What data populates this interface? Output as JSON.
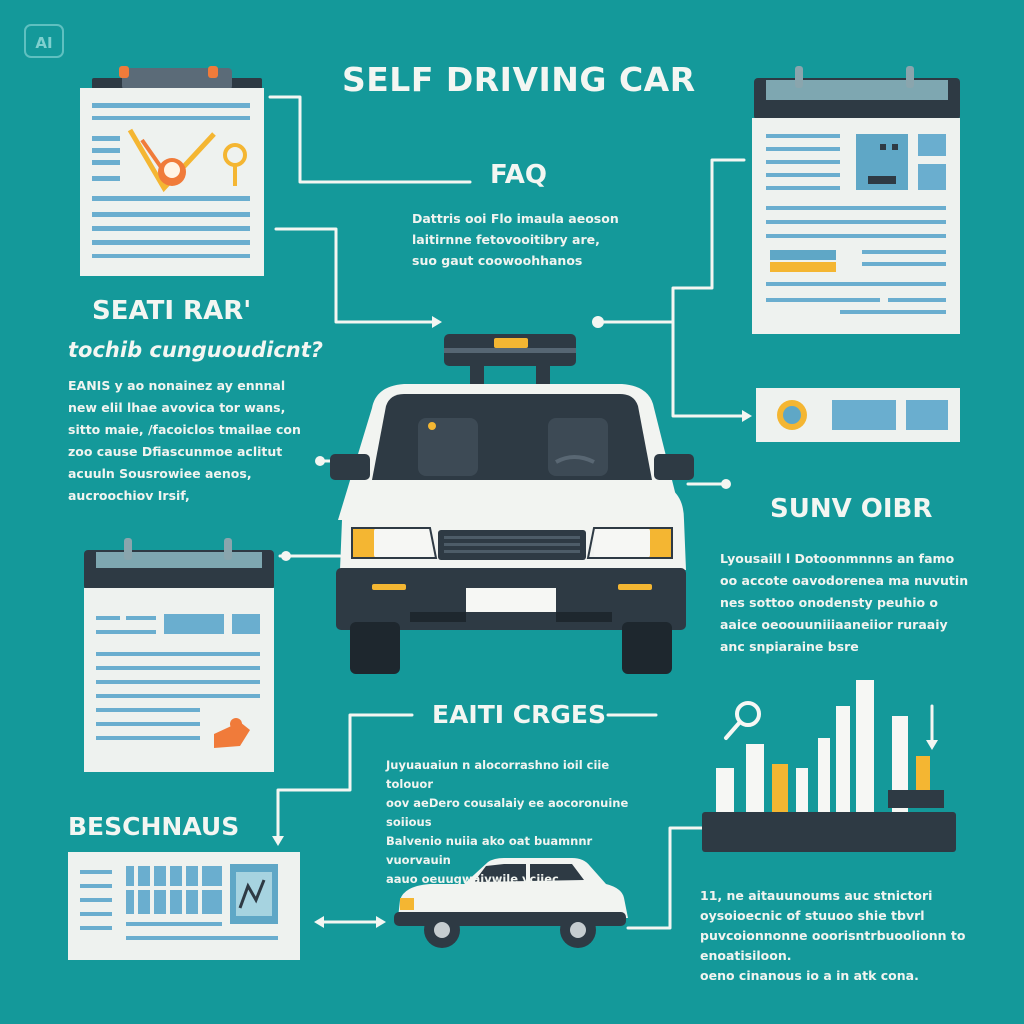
{
  "badge": "AI",
  "title": "SELF DRIVING CAR",
  "faq": {
    "heading": "FAQ",
    "text": "Dattris ooi Flo  imaula aeoson\nlaitirnne  fetovooitibry are,\nsuo gaut  coowoohhanos"
  },
  "left_section": {
    "heading": "SEATI RAR'",
    "subheading": "tochib cunguoudicnt?",
    "text": "EANIS y ao nonainez ay ennnal\nnew elil  lhae avovica tor wans,\nsitto maie, /facoiclos tmailae con\nzoo cause  Dfiascunmoe aclitut\nacuuln Sousrowiee aenos,\naucroochiov Irsif,"
  },
  "sunv": {
    "heading": "SUNV OIBR",
    "text": "Lyousaill l Dotoonmnnns an famo\noo accote oavodorenea ma nuvutin\nnes sottoo onodensty peuhio o\naaice  oeoouuniiiaaneiior ruraaiy\nanc snpiaraine bsre"
  },
  "eati": {
    "heading": "EAITI CRGES",
    "text": "Juyuauaiun n alocorrashno ioil ciie tolouor\noov aeDero  cousalaiy ee aocoronuine soiious\nBalvenio nuiia  ako  oat  buamnnr  vuorvauin\naauo oeuugwaivwile  yciiec"
  },
  "beschn": {
    "heading": "BESCHNAUS"
  },
  "bottom_right": {
    "text": "11,  ne aitauunoums auc stnictori\noysoioecnic of stuuoo shie tbvrl\npuvcoionnonne ooorisntrbuoolionn to enoatisiloon.\noeno cinanous io a in atk cona."
  },
  "colors": {
    "background": "#14999a",
    "panel": "#eef2ef",
    "blue_bar": "#6aaecf",
    "dark_slate": "#2e3a44",
    "accent_yellow": "#f4b632",
    "accent_orange": "#f07b3a",
    "white": "#f6f7f4"
  },
  "icons": [
    "clipboard-icon",
    "calendar-icon",
    "document-icon",
    "magnifier-icon",
    "bar-chart-icon",
    "car-icon",
    "sedan-icon",
    "double-arrow-icon"
  ]
}
